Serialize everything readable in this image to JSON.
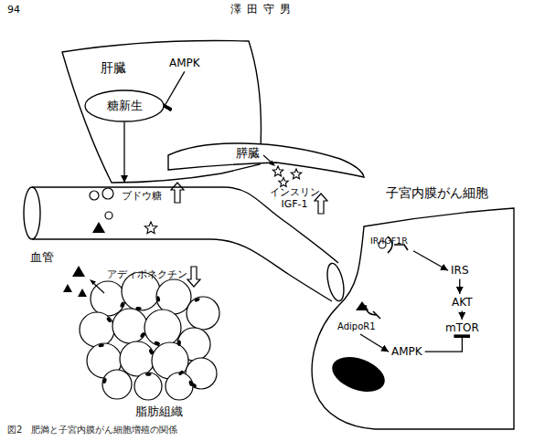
{
  "diagram": {
    "caption": "図2　肥満と子宮内膜がん細胞増殖の関係",
    "nodes": [
      {
        "text": [
          "肝臓"
        ]
      },
      {
        "text": [
          "AMPK"
        ],
        "in": 0
      },
      {
        "text": [
          "糖新生"
        ],
        "in": 0
      },
      {
        "text": [
          "膵臓"
        ]
      },
      {
        "text": [
          "血管"
        ]
      },
      {
        "text": [
          "子宮内膜がん細胞"
        ]
      },
      {
        "text": [
          "IR/IGF1R"
        ],
        "in": 5
      },
      {
        "text": [
          "IRS"
        ],
        "in": 5
      },
      {
        "text": [
          "AKT"
        ],
        "in": 5
      },
      {
        "text": [
          "mTOR"
        ],
        "in": 5
      },
      {
        "text": [
          "AdipoR1"
        ],
        "in": 5
      },
      {
        "text": [
          "AMPK"
        ],
        "in": 5
      },
      {
        "text": [
          "脂肪組織"
        ]
      }
    ],
    "edges": [
      {
        "from": 1,
        "to": 2,
        "arrow": "to"
      },
      {
        "from": 2,
        "to": 4,
        "arrow": "to"
      },
      {
        "from": 6,
        "to": 7,
        "arrow": "to"
      },
      {
        "from": 7,
        "to": 8,
        "arrow": "to"
      },
      {
        "from": 8,
        "to": 9,
        "arrow": "to"
      },
      {
        "from": 10,
        "to": 11,
        "arrow": "to"
      },
      {
        "from": 11,
        "to": 9,
        "arrow": "to"
      }
    ],
    "labels": [
      "94",
      "澤田守男",
      "ブドウ糖",
      "インスリン IGF-1",
      "アディポネクチン"
    ]
  }
}
